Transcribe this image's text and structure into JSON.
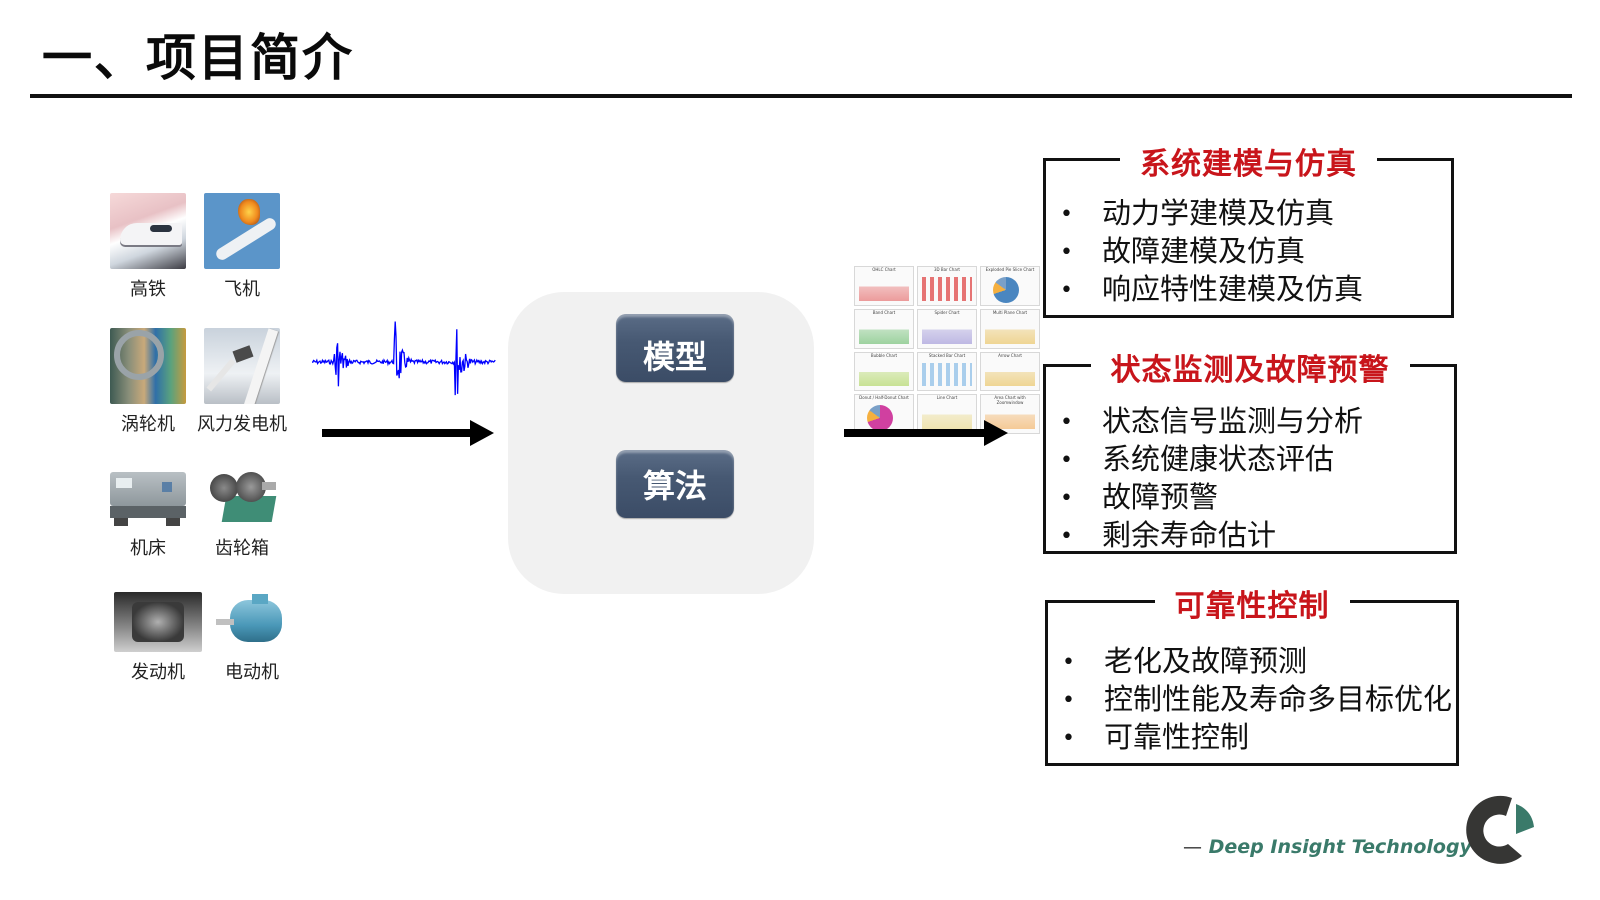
{
  "slide": {
    "title": "一、项目简介"
  },
  "equipment": [
    {
      "label": "高铁",
      "icon": "high-speed-train"
    },
    {
      "label": "飞机",
      "icon": "airplane"
    },
    {
      "label": "涡轮机",
      "icon": "turbine"
    },
    {
      "label": "风力发电机",
      "icon": "wind-turbine"
    },
    {
      "label": "机床",
      "icon": "machine-tool"
    },
    {
      "label": "齿轮箱",
      "icon": "gearbox"
    },
    {
      "label": "发动机",
      "icon": "engine"
    },
    {
      "label": "电动机",
      "icon": "electric-motor"
    }
  ],
  "signal": {
    "icon": "vibration-waveform",
    "color": "#0000ff"
  },
  "core": {
    "model_label": "模型",
    "algorithm_label": "算法"
  },
  "chart_gallery": [
    {
      "title": "OHLC Chart"
    },
    {
      "title": "3D Bar Chart"
    },
    {
      "title": "Exploded Pie Slice Chart"
    },
    {
      "title": "Band Chart"
    },
    {
      "title": "Spider Chart"
    },
    {
      "title": "Multi Plane Chart"
    },
    {
      "title": "Bubble Chart"
    },
    {
      "title": "Stacked Bar Chart"
    },
    {
      "title": "Arrow Chart"
    },
    {
      "title": "Donut / Half-Donut Chart"
    },
    {
      "title": "Line Chart"
    },
    {
      "title": "Area Chart with Zoomwindow"
    }
  ],
  "outputs": [
    {
      "heading": "系统建模与仿真",
      "items": [
        "动力学建模及仿真",
        "故障建模及仿真",
        "响应特性建模及仿真"
      ]
    },
    {
      "heading": "状态监测及故障预警",
      "items": [
        "状态信号监测与分析",
        "系统健康状态评估",
        "故障预警",
        "剩余寿命估计"
      ]
    },
    {
      "heading": "可靠性控制",
      "items": [
        "老化及故障预测",
        "控制性能及寿命多目标优化",
        "可靠性控制"
      ]
    }
  ],
  "footer": {
    "dash_left": "—",
    "brand": "Deep Insight Technology",
    "dash_right": "—"
  },
  "colors": {
    "heading_red": "#c8151b",
    "brand_green": "#3a7a6a",
    "logo_dark": "#363634"
  }
}
